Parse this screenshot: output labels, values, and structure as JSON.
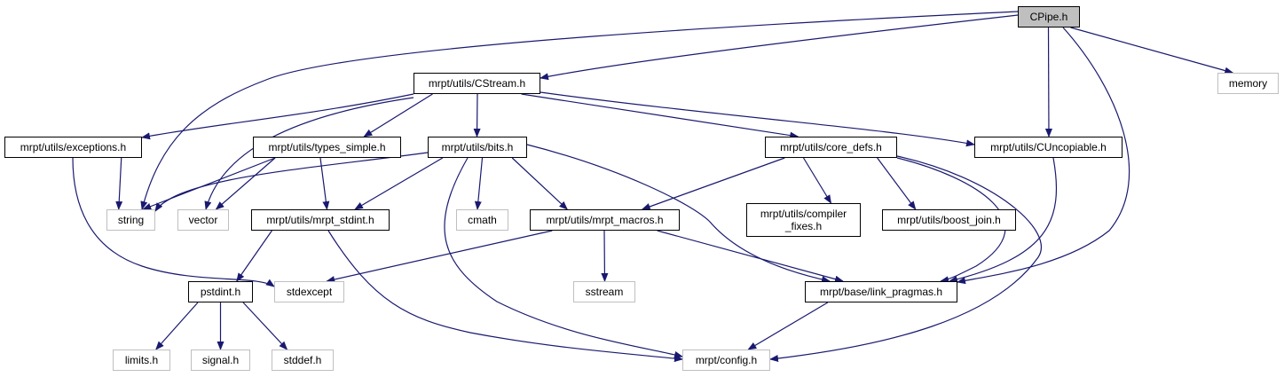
{
  "graph": {
    "edge_color": "#191970",
    "root_fill": "#bfbfbf",
    "external_border": "#bfbfbf",
    "nodes": [
      {
        "id": "cpipe",
        "label": "CPipe.h",
        "kind": "root"
      },
      {
        "id": "cstream",
        "label": "mrpt/utils/CStream.h",
        "kind": "local"
      },
      {
        "id": "memory",
        "label": "memory",
        "kind": "external"
      },
      {
        "id": "exceptions",
        "label": "mrpt/utils/exceptions.h",
        "kind": "local"
      },
      {
        "id": "types_simple",
        "label": "mrpt/utils/types_simple.h",
        "kind": "local"
      },
      {
        "id": "bits",
        "label": "mrpt/utils/bits.h",
        "kind": "local"
      },
      {
        "id": "core_defs",
        "label": "mrpt/utils/core_defs.h",
        "kind": "local"
      },
      {
        "id": "cuncopiable",
        "label": "mrpt/utils/CUncopiable.h",
        "kind": "local"
      },
      {
        "id": "string",
        "label": "string",
        "kind": "external"
      },
      {
        "id": "vector",
        "label": "vector",
        "kind": "external"
      },
      {
        "id": "mrpt_stdint",
        "label": "mrpt/utils/mrpt_stdint.h",
        "kind": "local"
      },
      {
        "id": "cmath",
        "label": "cmath",
        "kind": "external"
      },
      {
        "id": "mrpt_macros",
        "label": "mrpt/utils/mrpt_macros.h",
        "kind": "local"
      },
      {
        "id": "compiler_fixes",
        "label": "mrpt/utils/compiler\n_fixes.h",
        "kind": "local"
      },
      {
        "id": "boost_join",
        "label": "mrpt/utils/boost_join.h",
        "kind": "local"
      },
      {
        "id": "pstdint",
        "label": "pstdint.h",
        "kind": "local"
      },
      {
        "id": "stdexcept",
        "label": "stdexcept",
        "kind": "external"
      },
      {
        "id": "sstream",
        "label": "sstream",
        "kind": "external"
      },
      {
        "id": "link_pragmas",
        "label": "mrpt/base/link_pragmas.h",
        "kind": "local"
      },
      {
        "id": "limits",
        "label": "limits.h",
        "kind": "external"
      },
      {
        "id": "signal",
        "label": "signal.h",
        "kind": "external"
      },
      {
        "id": "stddef",
        "label": "stddef.h",
        "kind": "external"
      },
      {
        "id": "config",
        "label": "mrpt/config.h",
        "kind": "external"
      }
    ],
    "edges": [
      [
        "cpipe",
        "string"
      ],
      [
        "cpipe",
        "cstream"
      ],
      [
        "cpipe",
        "cuncopiable"
      ],
      [
        "cpipe",
        "link_pragmas"
      ],
      [
        "cpipe",
        "memory"
      ],
      [
        "cstream",
        "exceptions"
      ],
      [
        "cstream",
        "vector"
      ],
      [
        "cstream",
        "types_simple"
      ],
      [
        "cstream",
        "bits"
      ],
      [
        "cstream",
        "core_defs"
      ],
      [
        "cstream",
        "cuncopiable"
      ],
      [
        "exceptions",
        "string"
      ],
      [
        "exceptions",
        "stdexcept"
      ],
      [
        "types_simple",
        "string"
      ],
      [
        "types_simple",
        "vector"
      ],
      [
        "types_simple",
        "mrpt_stdint"
      ],
      [
        "bits",
        "string"
      ],
      [
        "bits",
        "mrpt_stdint"
      ],
      [
        "bits",
        "cmath"
      ],
      [
        "bits",
        "mrpt_macros"
      ],
      [
        "bits",
        "config"
      ],
      [
        "bits",
        "link_pragmas"
      ],
      [
        "mrpt_stdint",
        "pstdint"
      ],
      [
        "mrpt_stdint",
        "config"
      ],
      [
        "mrpt_macros",
        "stdexcept"
      ],
      [
        "mrpt_macros",
        "sstream"
      ],
      [
        "mrpt_macros",
        "link_pragmas"
      ],
      [
        "core_defs",
        "mrpt_macros"
      ],
      [
        "core_defs",
        "compiler_fixes"
      ],
      [
        "core_defs",
        "boost_join"
      ],
      [
        "core_defs",
        "link_pragmas"
      ],
      [
        "core_defs",
        "config"
      ],
      [
        "cuncopiable",
        "link_pragmas"
      ],
      [
        "pstdint",
        "limits"
      ],
      [
        "pstdint",
        "signal"
      ],
      [
        "pstdint",
        "stddef"
      ],
      [
        "link_pragmas",
        "config"
      ]
    ]
  }
}
